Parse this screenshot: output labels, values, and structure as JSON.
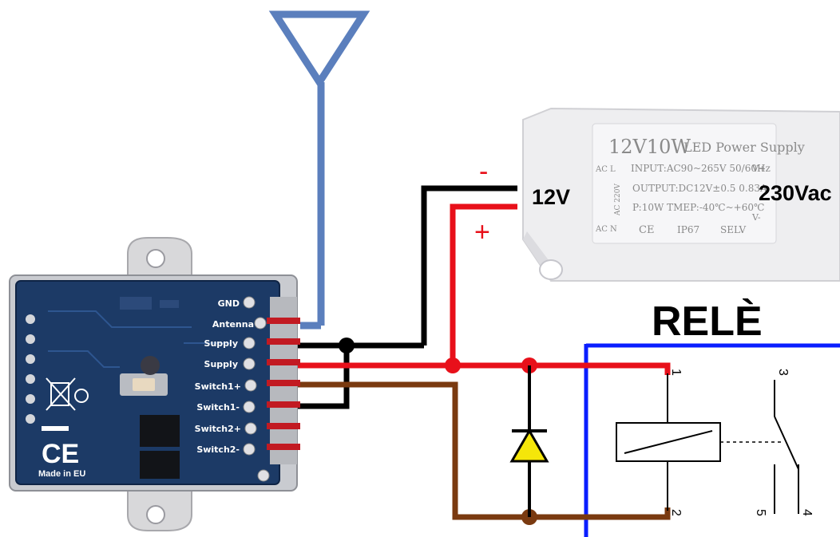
{
  "module": {
    "pins": [
      "GND",
      "Antenna",
      "Supply",
      "Supply",
      "Switch1+",
      "Switch1-",
      "Switch2+",
      "Switch2-"
    ],
    "made_in": "Made in EU",
    "ce_mark": "CE"
  },
  "power_supply": {
    "title": "12V10W",
    "subtitle": "LED Power Supply",
    "input_line": "INPUT:AC90~265V 50/60Hz",
    "output_line": "OUTPUT:DC12V±0.5 0.83A",
    "power_line": "P:10W TMEP:-40℃~+60℃",
    "ac_l": "AC L",
    "ac_n": "AC N",
    "ac_rating": "AC 220V",
    "v_plus": "V+",
    "v_minus": "V-",
    "ce": "CE",
    "ip": "IP67",
    "selv": "SELV",
    "out_label": "12V",
    "in_label": "230Vac"
  },
  "polarity": {
    "minus": "-",
    "plus": "+"
  },
  "relay": {
    "title": "RELÈ",
    "terminals": [
      "1",
      "2",
      "3",
      "4",
      "5"
    ]
  },
  "colors": {
    "antenna": "#5b7fbd",
    "negative_wire": "#000000",
    "positive_wire": "#e8101a",
    "switch_wire": "#7a3a10",
    "relay_box": "#0a1eff",
    "diode_fill": "#f5e60a",
    "pcb": "#1c3a66",
    "polarity_mark": "#e8101a"
  }
}
